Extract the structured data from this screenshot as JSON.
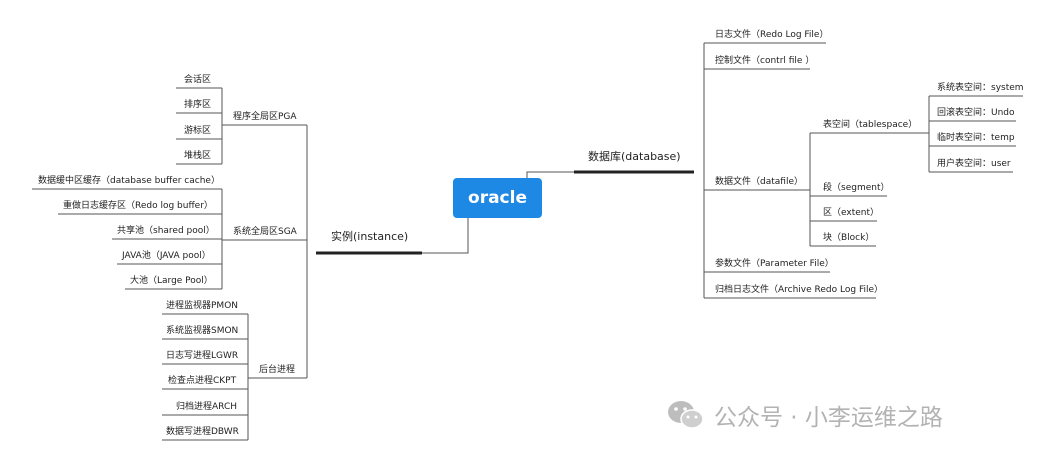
{
  "root": "oracle",
  "instance": {
    "label": "实例(instance)",
    "pga": {
      "label": "程序全局区PGA",
      "items": [
        "会话区",
        "排序区",
        "游标区",
        "堆栈区"
      ]
    },
    "sga": {
      "label": "系统全局区SGA",
      "items": [
        "数据缓中区缓存（database buffer cache）",
        "重做日志缓存区（Redo log buffer）",
        "共享池（shared pool）",
        "JAVA池（JAVA pool）",
        "大池（Large Pool）"
      ]
    },
    "bg": {
      "label": "后台进程",
      "items": [
        "进程监视器PMON",
        "系统监视器SMON",
        "日志写进程LGWR",
        "检查点进程CKPT",
        "归档进程ARCH",
        "数据写进程DBWR"
      ]
    }
  },
  "database": {
    "label": "数据库(database)",
    "redo": "日志文件（Redo Log File）",
    "control": "控制文件（contrl file ）",
    "datafile": {
      "label": "数据文件（datafile）",
      "tablespace": {
        "label": "表空间（tablespace）",
        "items": [
          "系统表空间：system",
          "回滚表空间：Undo",
          "临时表空间：temp",
          "用户表空间：user"
        ]
      },
      "segment": "段（segment）",
      "extent": "区（extent）",
      "block": "块（Block）"
    },
    "param": "参数文件（Parameter File）",
    "archive": "归档日志文件（Archive Redo Log File）"
  },
  "watermark": "公众号 · 小李运维之路"
}
